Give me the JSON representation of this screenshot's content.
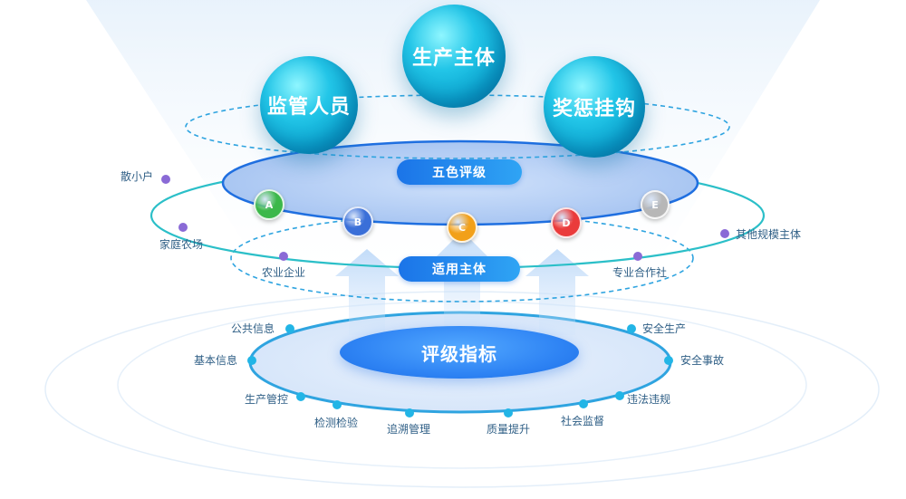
{
  "top_spheres": {
    "left": "监管人员",
    "center": "生产主体",
    "right": "奖惩挂钩"
  },
  "pills": {
    "five_color": "五色评级",
    "applicable": "适用主体"
  },
  "core_label": "评级指标",
  "grade_badges": [
    {
      "letter": "A",
      "color": "#3cb84a"
    },
    {
      "letter": "B",
      "color": "#3a6fd8"
    },
    {
      "letter": "C",
      "color": "#f2a019"
    },
    {
      "letter": "D",
      "color": "#ea3b3b"
    },
    {
      "letter": "E",
      "color": "#b7b7b7"
    }
  ],
  "subjects": [
    "散小户",
    "家庭农场",
    "农业企业",
    "专业合作社",
    "其他规模主体"
  ],
  "indicators": {
    "left": [
      "公共信息",
      "基本信息",
      "生产管控"
    ],
    "bottom": [
      "检测检验",
      "追溯管理",
      "质量提升",
      "社会监督"
    ],
    "right": [
      "安全生产",
      "安全事故",
      "违法违规"
    ]
  },
  "colors": {
    "teal": "#2bbfc8",
    "dot_purple": "#8a6ad6",
    "dot_cyan": "#22b5e6",
    "pill_blue": "#1b74e8"
  }
}
